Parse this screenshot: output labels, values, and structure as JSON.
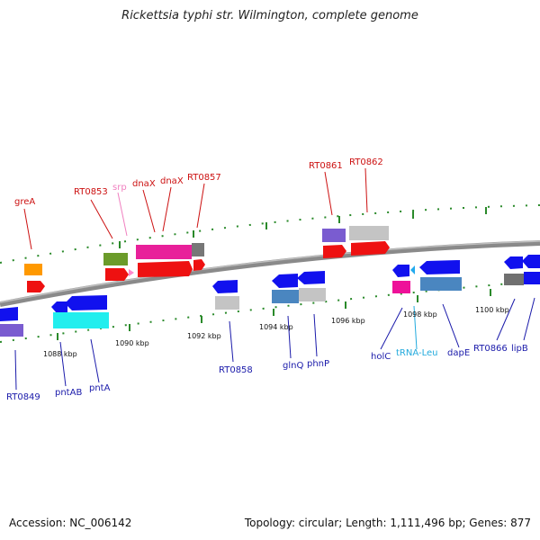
{
  "title": "Rickettsia typhi str. Wilmington, complete genome",
  "footer": {
    "accession": "Accession: NC_006142",
    "summary": "Topology: circular; Length: 1,111,496 bp; Genes: 877"
  },
  "colors": {
    "backbone": "#888888",
    "tick": "#2a8a2a",
    "forward_label": "#cc1111",
    "reverse_label": "#1a1aaa",
    "trna_label": "#22aadd",
    "srp_label": "#f080c0"
  },
  "scale": {
    "ticks": [
      {
        "label": "1088 kbp"
      },
      {
        "label": "1090 kbp"
      },
      {
        "label": "1092 kbp"
      },
      {
        "label": "1094 kbp"
      },
      {
        "label": "1096 kbp"
      },
      {
        "label": "1098 kbp"
      },
      {
        "label": "1100 kbp"
      }
    ]
  },
  "gene_labels": [
    {
      "text": "greA",
      "strand": "forward"
    },
    {
      "text": "RT0853",
      "strand": "forward"
    },
    {
      "text": "srp",
      "strand": "forward"
    },
    {
      "text": "dnaX",
      "strand": "forward"
    },
    {
      "text": "dnaX",
      "strand": "forward"
    },
    {
      "text": "RT0857",
      "strand": "forward"
    },
    {
      "text": "RT0861",
      "strand": "forward"
    },
    {
      "text": "RT0862",
      "strand": "forward"
    },
    {
      "text": "RT0849",
      "strand": "reverse"
    },
    {
      "text": "pntAB",
      "strand": "reverse"
    },
    {
      "text": "pntA",
      "strand": "reverse"
    },
    {
      "text": "RT0858",
      "strand": "reverse"
    },
    {
      "text": "glnQ",
      "strand": "reverse"
    },
    {
      "text": "phnP",
      "strand": "reverse"
    },
    {
      "text": "holC",
      "strand": "reverse"
    },
    {
      "text": "tRNA-Leu",
      "strand": "reverse"
    },
    {
      "text": "dapE",
      "strand": "reverse"
    },
    {
      "text": "RT0866",
      "strand": "reverse"
    },
    {
      "text": "lipB",
      "strand": "reverse"
    }
  ]
}
